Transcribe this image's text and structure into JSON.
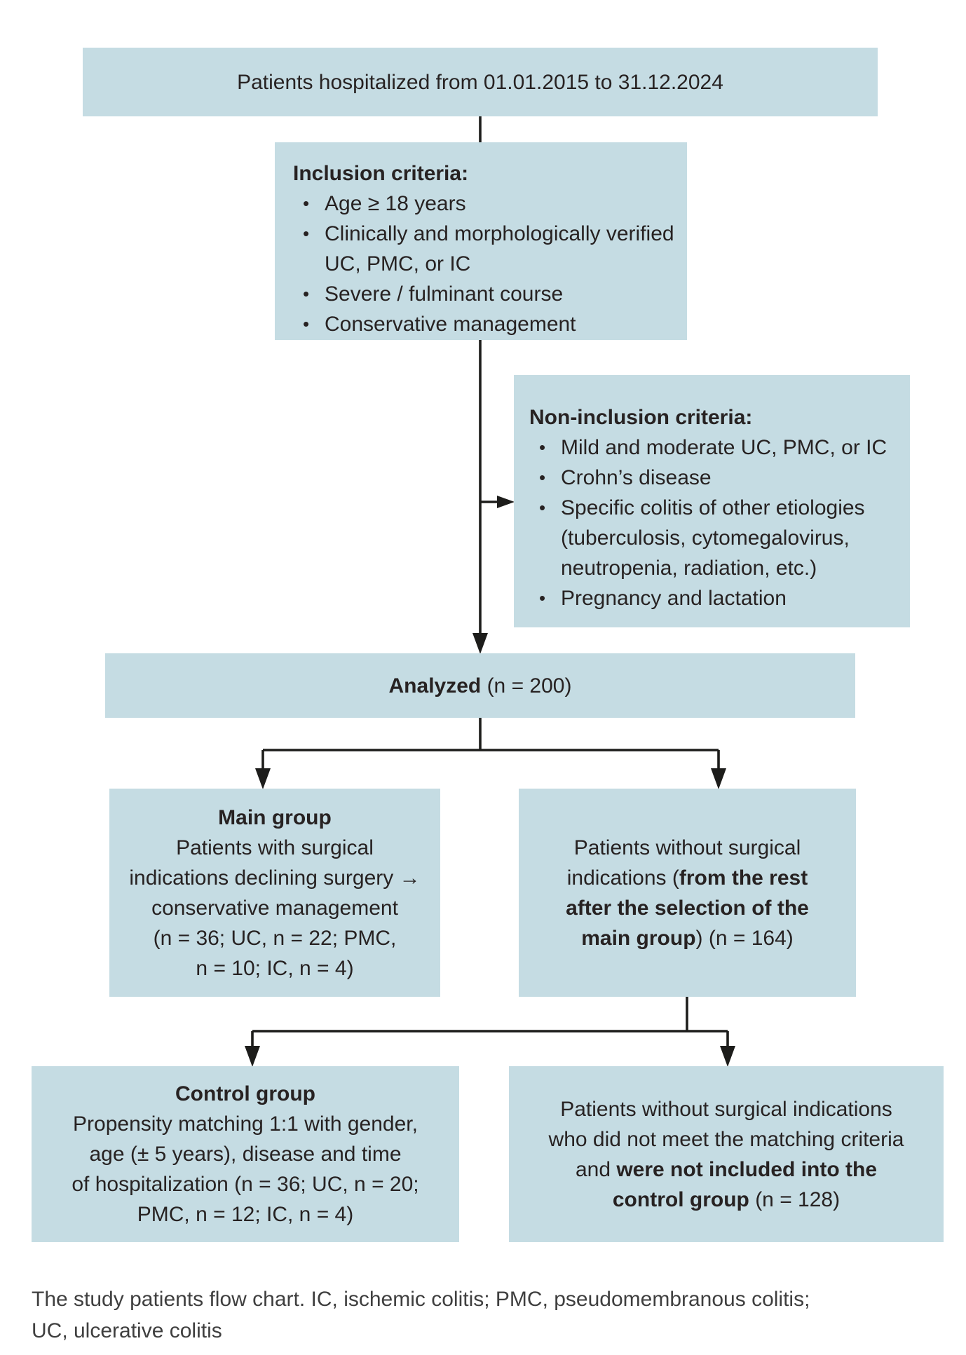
{
  "palette": {
    "box_bg": "#c5dce3",
    "text": "#272222",
    "line": "#1d1d1b",
    "caption_text": "#3f3f3f"
  },
  "boxes": {
    "hospitalized": {
      "text": "Patients hospitalized from 01.01.2015 to 31.12.2024"
    },
    "inclusion": {
      "title": "Inclusion criteria:",
      "items": [
        "Age ≥ 18 years",
        "Clinically and morphologically verified UC, PMC, or IC",
        "Severe / fulminant course",
        "Conservative management"
      ]
    },
    "non_inclusion": {
      "title": "Non-inclusion criteria:",
      "items": [
        "Mild and moderate UC, PMC, or IC",
        "Crohn’s disease",
        "Specific colitis of other etiologies (tuberculosis, cytomegalovirus, neutropenia, radiation, etc.)",
        "Pregnancy and lactation"
      ]
    },
    "analyzed": {
      "lines": [
        [
          {
            "t": "Analyzed",
            "b": true
          },
          {
            "t": " (n = 200)"
          }
        ]
      ]
    },
    "main_group": {
      "lines": [
        [
          {
            "t": "Main group",
            "b": true
          }
        ],
        [
          {
            "t": "Patients with surgical"
          }
        ],
        [
          {
            "t": "indications declining surgery →"
          }
        ],
        [
          {
            "t": "conservative management"
          }
        ],
        [
          {
            "t": "(n = 36; UC, n = 22; PMC,"
          }
        ],
        [
          {
            "t": "n = 10; IC, n = 4)"
          }
        ]
      ]
    },
    "without_indications": {
      "lines": [
        [
          {
            "t": "Patients without surgical"
          }
        ],
        [
          {
            "t": "indications ("
          },
          {
            "t": "from the rest",
            "b": true
          }
        ],
        [
          {
            "t": "after the selection of the",
            "b": true
          }
        ],
        [
          {
            "t": "main group",
            "b": true
          },
          {
            "t": ") (n = 164)"
          }
        ]
      ]
    },
    "control_group": {
      "lines": [
        [
          {
            "t": "Control group",
            "b": true
          }
        ],
        [
          {
            "t": "Propensity matching 1:1 with gender,"
          }
        ],
        [
          {
            "t": "age (± 5 years), disease and time"
          }
        ],
        [
          {
            "t": "of hospitalization (n = 36; UC, n = 20;"
          }
        ],
        [
          {
            "t": "PMC, n = 12; IC, n = 4)"
          }
        ]
      ]
    },
    "not_included": {
      "lines": [
        [
          {
            "t": "Patients without surgical indications"
          }
        ],
        [
          {
            "t": "who did not meet the matching criteria"
          }
        ],
        [
          {
            "t": "and "
          },
          {
            "t": "were not included into the",
            "b": true
          }
        ],
        [
          {
            "t": "control group",
            "b": true
          },
          {
            "t": " (n = 128)"
          }
        ]
      ]
    }
  },
  "caption": {
    "line1": "The study patients flow chart. IC, ischemic colitis; PMC, pseudomembranous colitis;",
    "line2": "UC, ulcerative colitis"
  }
}
